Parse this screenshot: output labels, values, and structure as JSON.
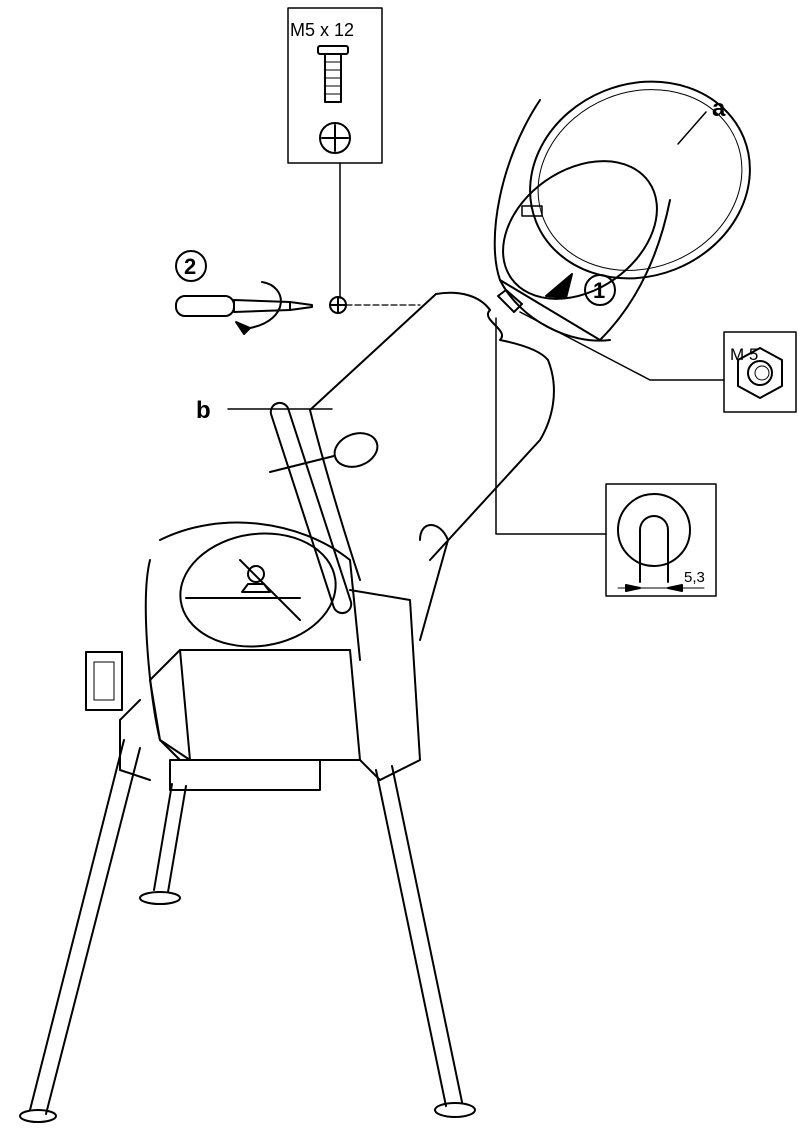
{
  "labels": {
    "part_a": "a",
    "part_b": "b",
    "step_1": "1",
    "step_2": "2"
  },
  "specs": {
    "screw": "M5 x 12",
    "nut": "M 5",
    "hole_diameter": "5,3"
  },
  "icons": {
    "screw": "phillips-screw-icon",
    "nut": "hex-nut-icon",
    "tool": "screwdriver-icon",
    "direction": "arrow-icon"
  },
  "colors": {
    "line": "#000000",
    "background": "#ffffff"
  }
}
